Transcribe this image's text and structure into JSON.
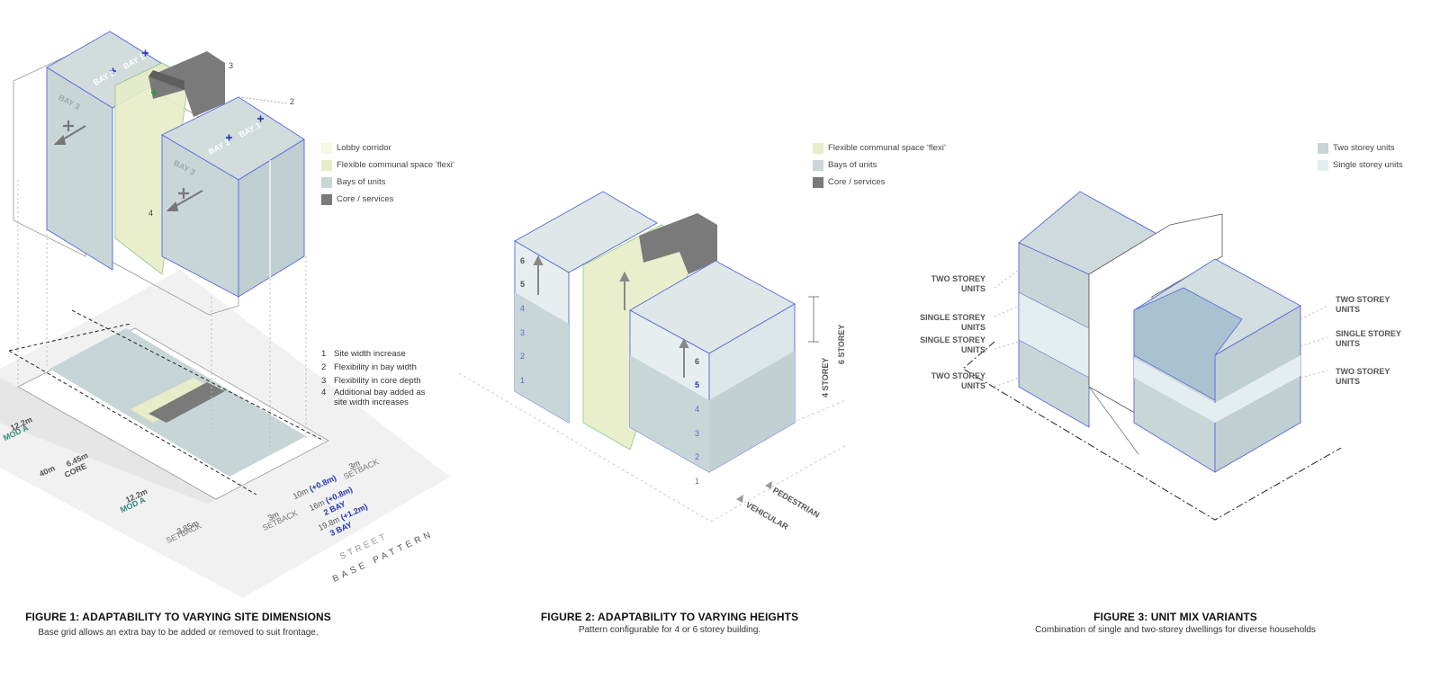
{
  "figure1": {
    "title": "FIGURE 1: ADAPTABILITY TO VARYING SITE DIMENSIONS",
    "subtitle": "Base grid allows an extra bay to be added or removed to suit frontage.",
    "legend": [
      {
        "label": "Lobby corridor",
        "color": "#f6f7e4"
      },
      {
        "label": "Flexible communal space ‘flexi’",
        "color": "#e7edc8"
      },
      {
        "label": "Bays of units",
        "color": "#c9d6d8"
      },
      {
        "label": "Core / services",
        "color": "#7a7a7a"
      }
    ],
    "notes": [
      {
        "num": "1",
        "text": "Site width increase"
      },
      {
        "num": "2",
        "text": "Flexibility in bay width"
      },
      {
        "num": "3",
        "text": "Flexibility in core depth"
      },
      {
        "num": "4",
        "text": "Additional bay added as site width increases"
      }
    ],
    "callouts": {
      "n2": "2",
      "n3": "3",
      "n4": "4"
    },
    "bay_labels": {
      "bay1": "BAY 1",
      "bay2": "BAY 2",
      "bay3": "BAY 3"
    },
    "dimensions": {
      "mod_a_left": "12.2m",
      "mod_a_left_name": "MOD A",
      "width_40": "40m",
      "core": "6.45m",
      "core_name": "CORE",
      "mod_a_mid": "12.2m",
      "mod_a_mid_name": "MOD A",
      "setback_left": "3.85m",
      "setback_left_name": "SETBACK",
      "setback_3_a": "3m",
      "setback_3_a_name": "SETBACK",
      "w10": "10m",
      "w10_add": "(+0.8m)",
      "w16": "16m",
      "w16_add": "(+0.8m)",
      "w16_bay": "2 BAY",
      "w19": "19.8m",
      "w19_add": "(+1.2m)",
      "w19_bay": "3 BAY",
      "setback_3_b": "3m",
      "setback_3_b_name": "SETBACK"
    },
    "street": "STREET",
    "base_pattern": "BASE PATTERN"
  },
  "figure2": {
    "title": "FIGURE 2: ADAPTABILITY TO VARYING HEIGHTS",
    "subtitle": "Pattern configurable for 4 or 6 storey building.",
    "legend": [
      {
        "label": "Flexible communal space ‘flexi’",
        "color": "#e7edc8"
      },
      {
        "label": "Bays of units",
        "color": "#c9d6d8"
      },
      {
        "label": "Core / services",
        "color": "#7a7a7a"
      }
    ],
    "left_levels": [
      "6",
      "5",
      "4",
      "3",
      "2",
      "1"
    ],
    "right_levels": [
      "6",
      "5",
      "4",
      "3",
      "2",
      "1"
    ],
    "storey_4": "4 STOREY",
    "storey_6": "6 STOREY",
    "pedestrian": "PEDESTRIAN",
    "vehicular": "VEHICULAR"
  },
  "figure3": {
    "title": "FIGURE 3: UNIT MIX VARIANTS",
    "subtitle": "Combination of single and two-storey dwellings for diverse households",
    "legend": [
      {
        "label": "Two storey units",
        "color": "#c9d6d8"
      },
      {
        "label": "Single storey units",
        "color": "#e4edf0"
      }
    ],
    "left_labels": [
      "TWO STOREY UNITS",
      "SINGLE STOREY UNITS",
      "SINGLE STOREY UNITS",
      "TWO STOREY UNITS"
    ],
    "right_labels": [
      "TWO STOREY UNITS",
      "SINGLE STOREY UNITS",
      "TWO STOREY UNITS"
    ]
  },
  "colors": {
    "outline": "#5566dd",
    "bay": "#c9d6d8",
    "flexi": "#e7edc8",
    "core": "#7a7a7a",
    "accent_blue": "#2233bb",
    "accent_teal": "#2f8a7a"
  }
}
